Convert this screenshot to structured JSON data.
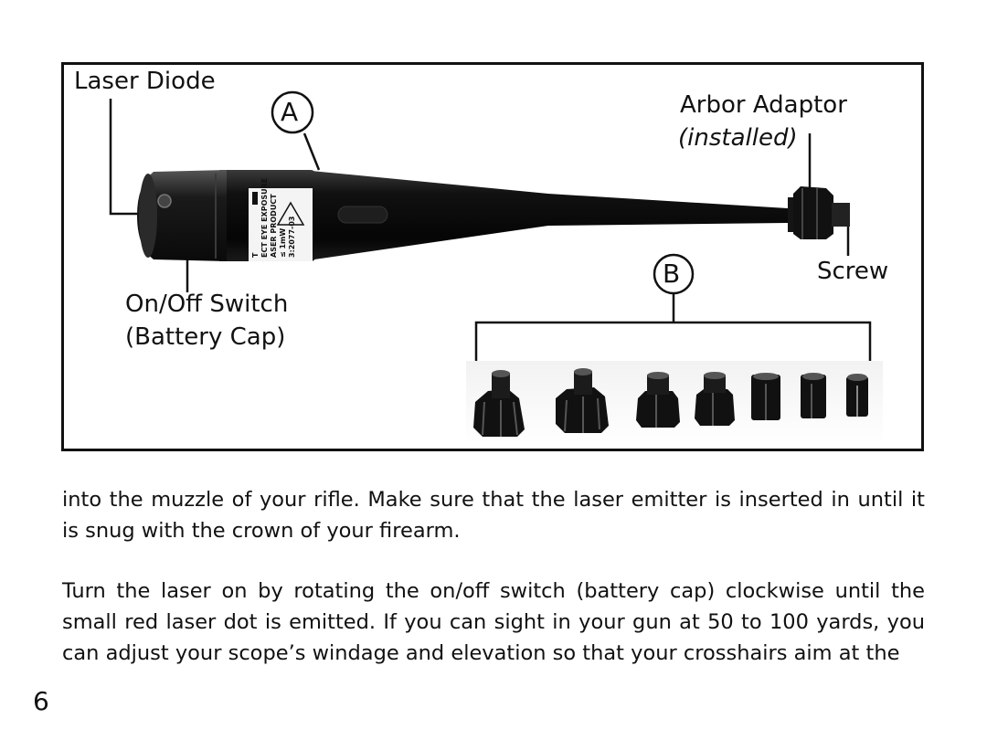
{
  "figure": {
    "labels": {
      "laser_diode": "Laser Diode",
      "part_a": "A",
      "arbor_adaptor": "Arbor Adaptor",
      "installed": "(installed)",
      "screw": "Screw",
      "part_b": "B",
      "switch_line1": "On/Off Switch",
      "switch_line2": "(Battery Cap)"
    },
    "product_label_text": [
      "T",
      "ECT EYE EXPOSURE",
      "ASER PRODUCT",
      "≤ 1mW",
      "3:2077-03"
    ]
  },
  "body": {
    "paragraph1": "into the muzzle of your rifle. Make sure that the laser emitter is inserted in until it is snug with the crown of your firearm.",
    "paragraph2": "Turn the laser on by rotating the on/off switch (battery cap) clockwise until the small red laser dot is emitted. If you can sight in your gun at 50 to 100 yards, you can adjust your scope’s windage and elevation so that your crosshairs aim at the"
  },
  "page_number": "6"
}
